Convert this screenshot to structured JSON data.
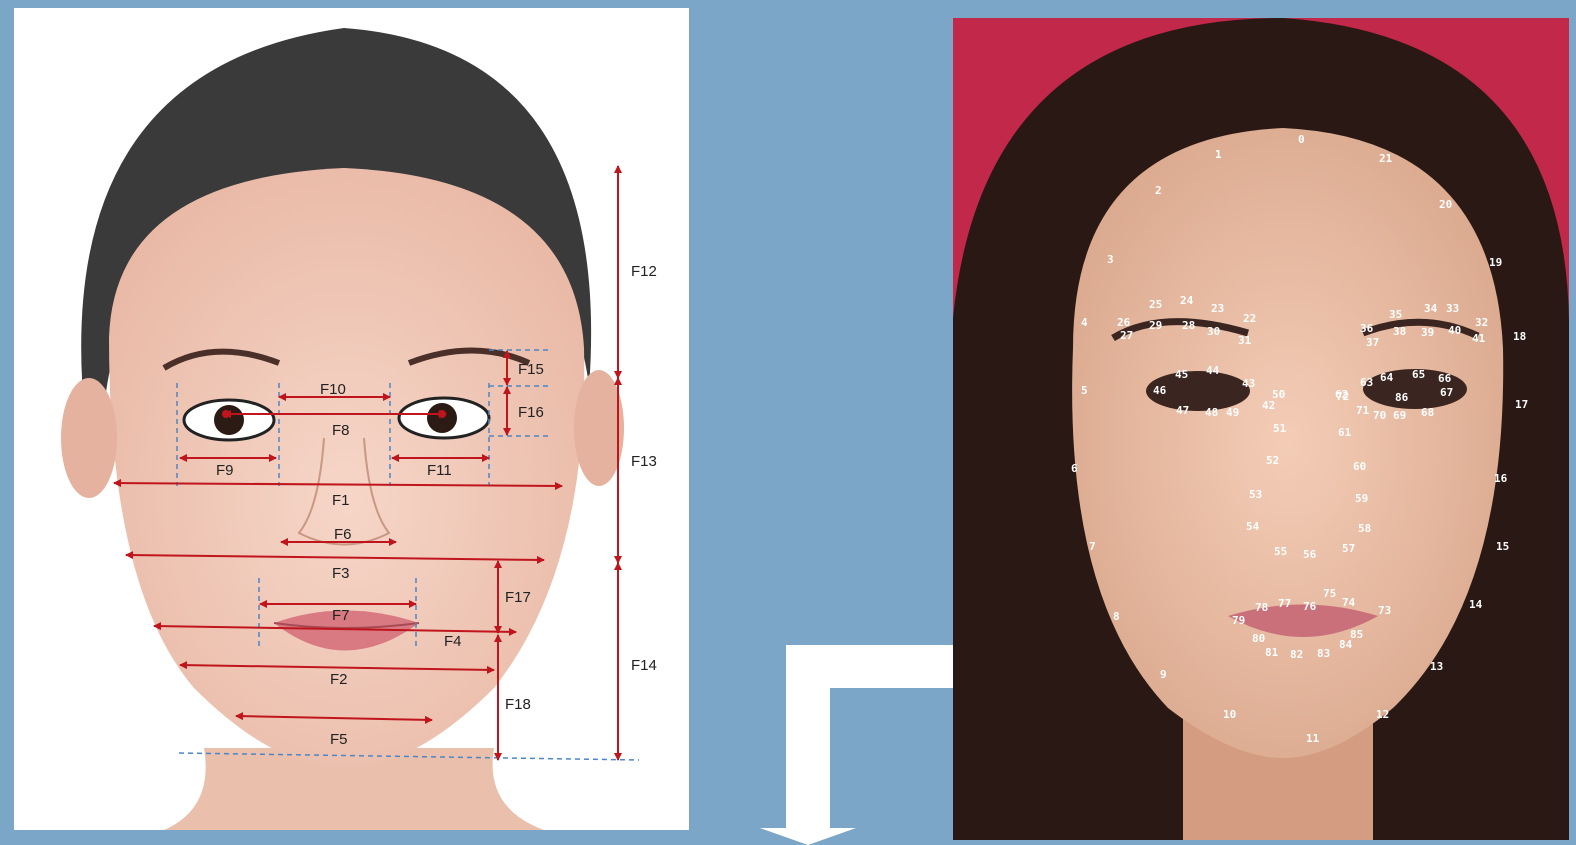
{
  "left_figure": {
    "measurement_labels": [
      "F1",
      "F2",
      "F3",
      "F4",
      "F5",
      "F6",
      "F7",
      "F8",
      "F9",
      "F10",
      "F11",
      "F12",
      "F13",
      "F14",
      "F15",
      "F16",
      "F17",
      "F18"
    ]
  },
  "right_figure": {
    "landmark_labels": [
      "0",
      "1",
      "2",
      "3",
      "4",
      "5",
      "6",
      "7",
      "8",
      "9",
      "10",
      "11",
      "12",
      "13",
      "14",
      "15",
      "16",
      "17",
      "18",
      "19",
      "20",
      "21",
      "22",
      "23",
      "24",
      "25",
      "26",
      "27",
      "28",
      "29",
      "30",
      "31",
      "32",
      "33",
      "34",
      "35",
      "36",
      "37",
      "38",
      "39",
      "40",
      "41",
      "42",
      "43",
      "44",
      "45",
      "46",
      "47",
      "48",
      "49",
      "50",
      "51",
      "52",
      "53",
      "54",
      "55",
      "56",
      "57",
      "58",
      "59",
      "60",
      "61",
      "62",
      "63",
      "64",
      "65",
      "66",
      "67",
      "68",
      "69",
      "70",
      "71",
      "72",
      "73",
      "74",
      "75",
      "76",
      "77",
      "78",
      "79",
      "80",
      "81",
      "82",
      "83",
      "84",
      "85",
      "86"
    ]
  },
  "colors": {
    "background": "#7ba6c8",
    "measure_line": "#c0151c",
    "guide_line": "#4d86c5",
    "landmark_text": "#ffffff"
  }
}
